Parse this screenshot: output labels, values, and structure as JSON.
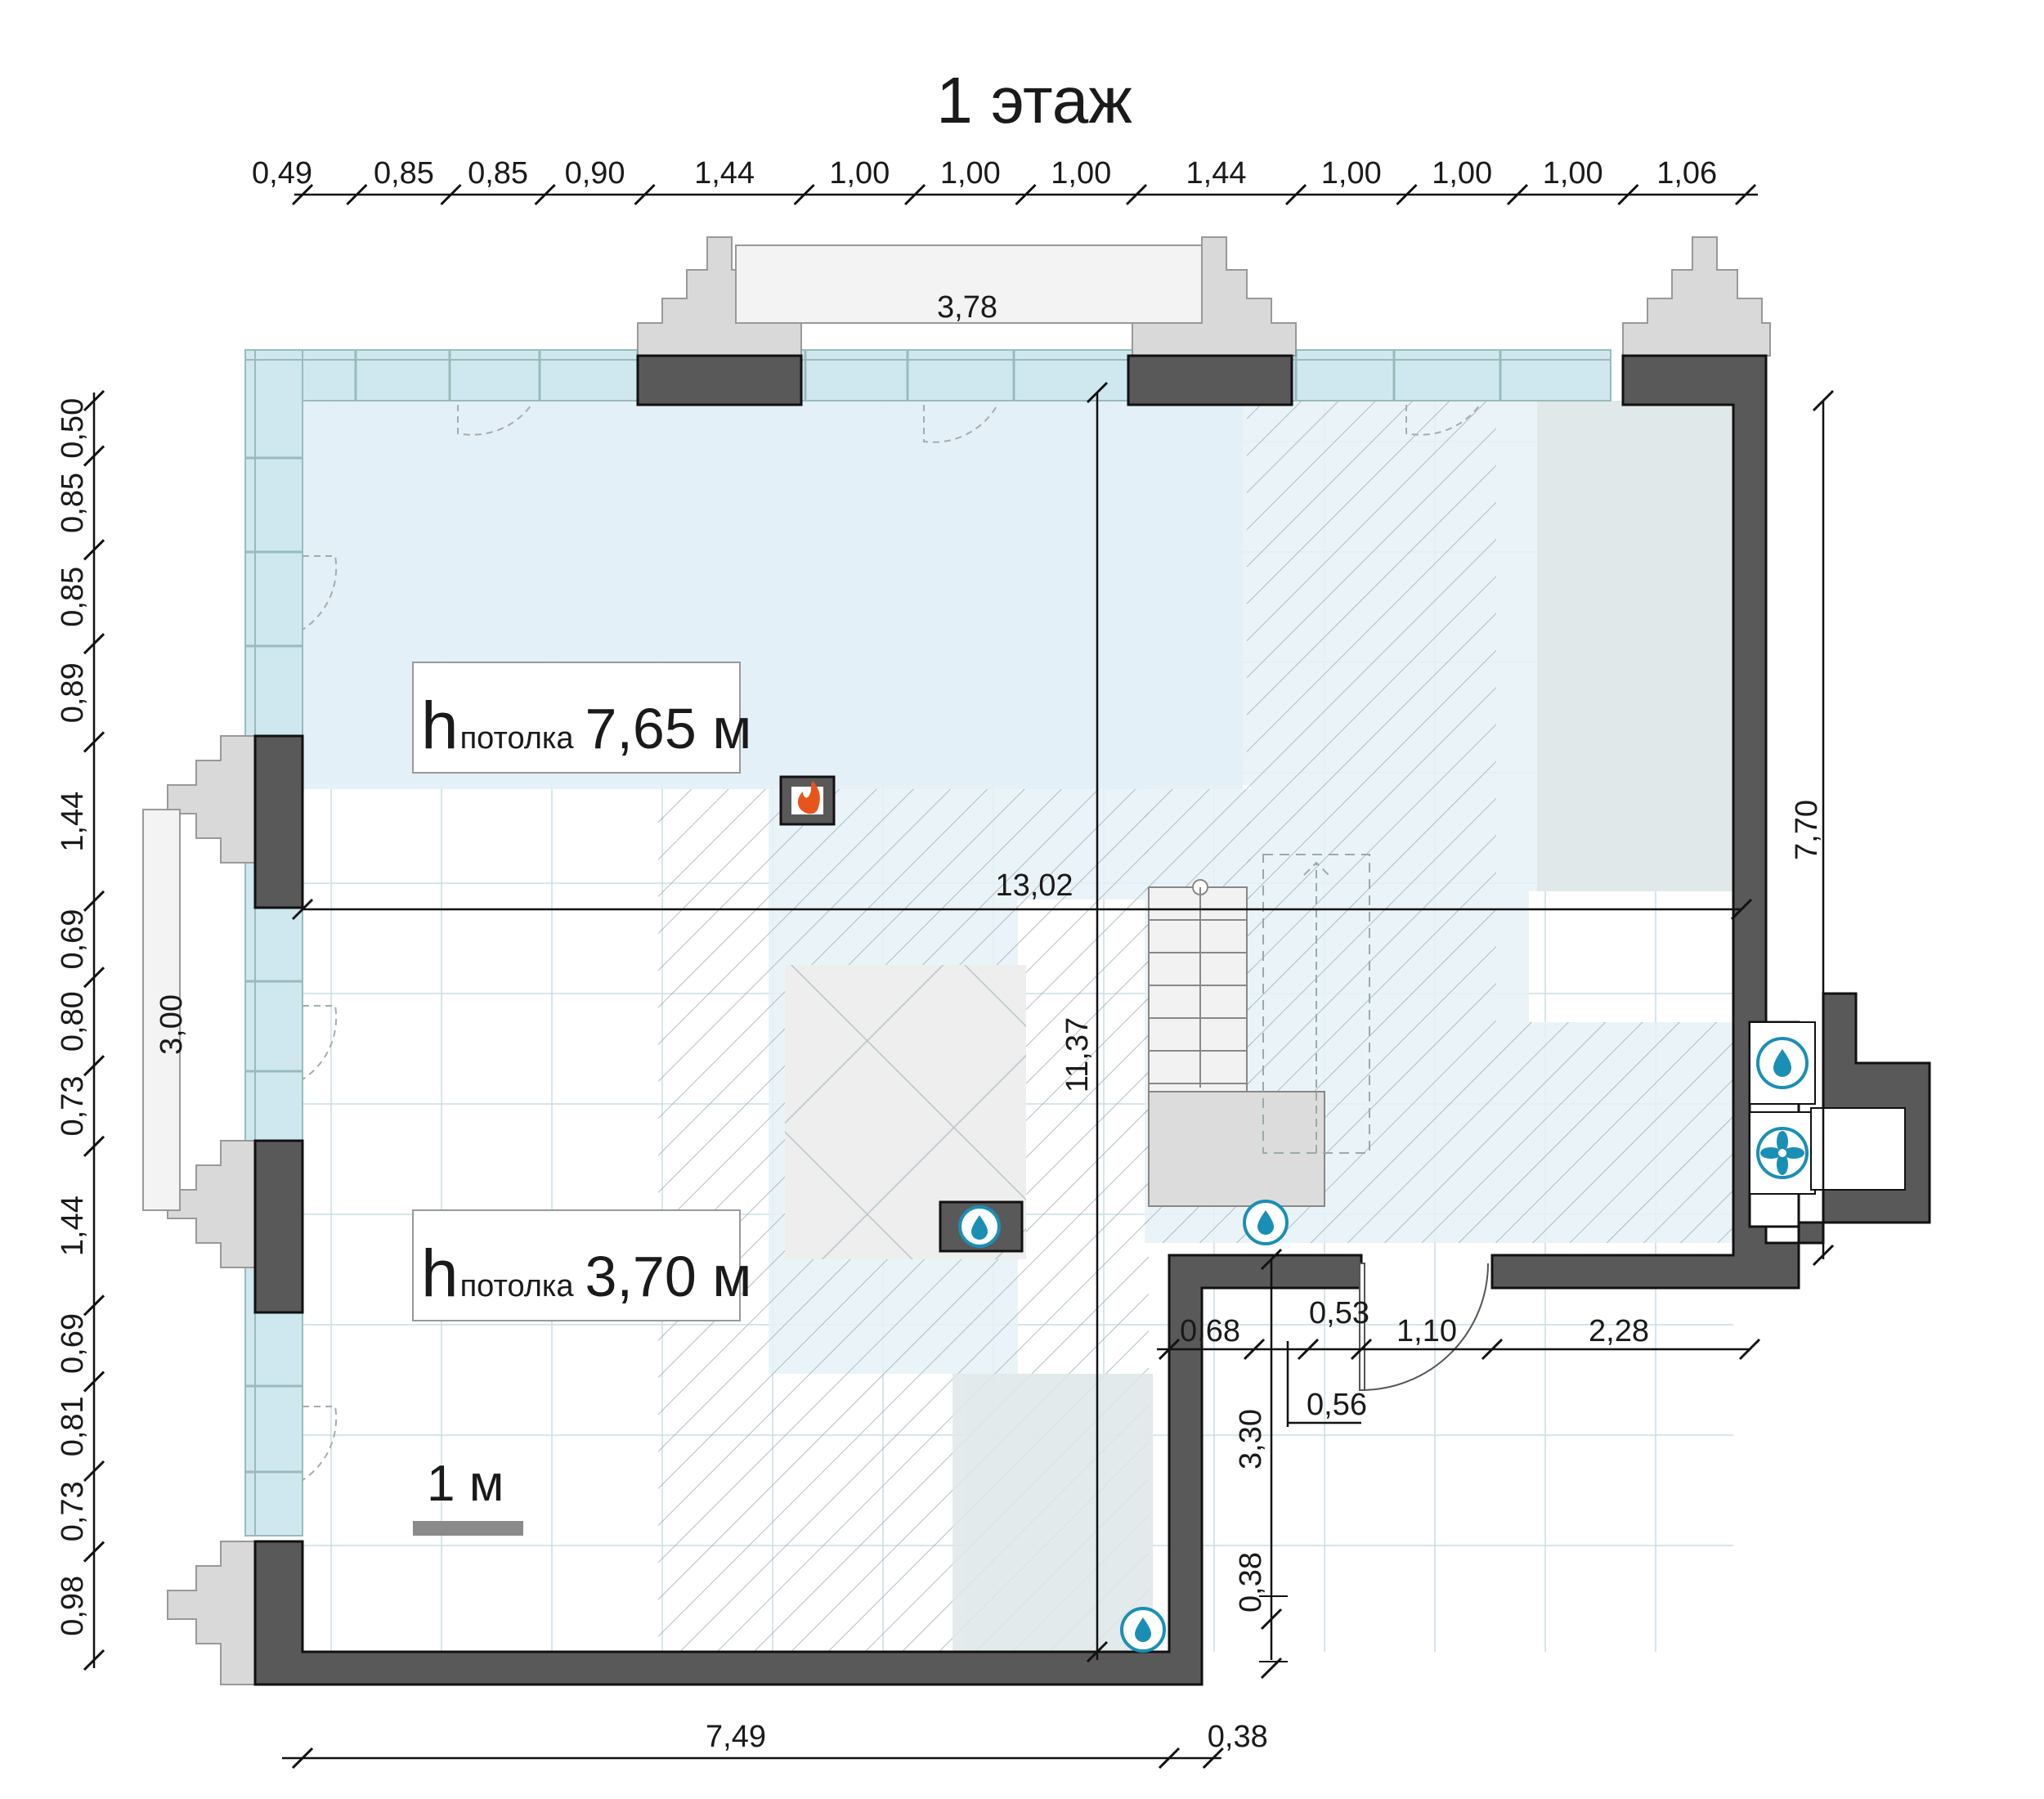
{
  "title": "1 этаж",
  "colors": {
    "wall": "#595959",
    "glass": "#cfe8f0",
    "mezzanine": "#eaf4f8",
    "column": "#d9d9d9",
    "accent": "#1a8fb5",
    "fire": "#e8551c"
  },
  "dims_top": [
    "0,49",
    "0,85",
    "0,85",
    "0,90",
    "1,44",
    "1,00",
    "1,00",
    "1,00",
    "1,44",
    "1,00",
    "1,00",
    "1,00",
    "1,06"
  ],
  "dims_left": [
    "0,50",
    "0,85",
    "0,85",
    "0,89",
    "1,44",
    "0,69",
    "0,80",
    "0,73",
    "1,44",
    "0,69",
    "0,81",
    "0,73",
    "0,98"
  ],
  "dims_right": "7,70",
  "dims_bottom": [
    "7,49",
    "0,38"
  ],
  "dims_inner": {
    "total_width": "13,02",
    "total_height": "11,37",
    "top_window": "3,78",
    "left_window": "3,00",
    "step_068": "0,68",
    "step_053": "0,53",
    "door": "1,10",
    "right_wall": "2,28",
    "depth_056": "0,56",
    "depth_330": "3,30",
    "depth_038": "0,38"
  },
  "ceilings": [
    {
      "prefix": "h",
      "sub": "потолка",
      "value": "7,65 м"
    },
    {
      "prefix": "h",
      "sub": "потолка",
      "value": "3,70 м"
    }
  ],
  "scale_label": "1 м",
  "icons": {
    "fireplace": "fire-icon",
    "water": "water-drop-icon",
    "ventilation": "fan-icon"
  }
}
